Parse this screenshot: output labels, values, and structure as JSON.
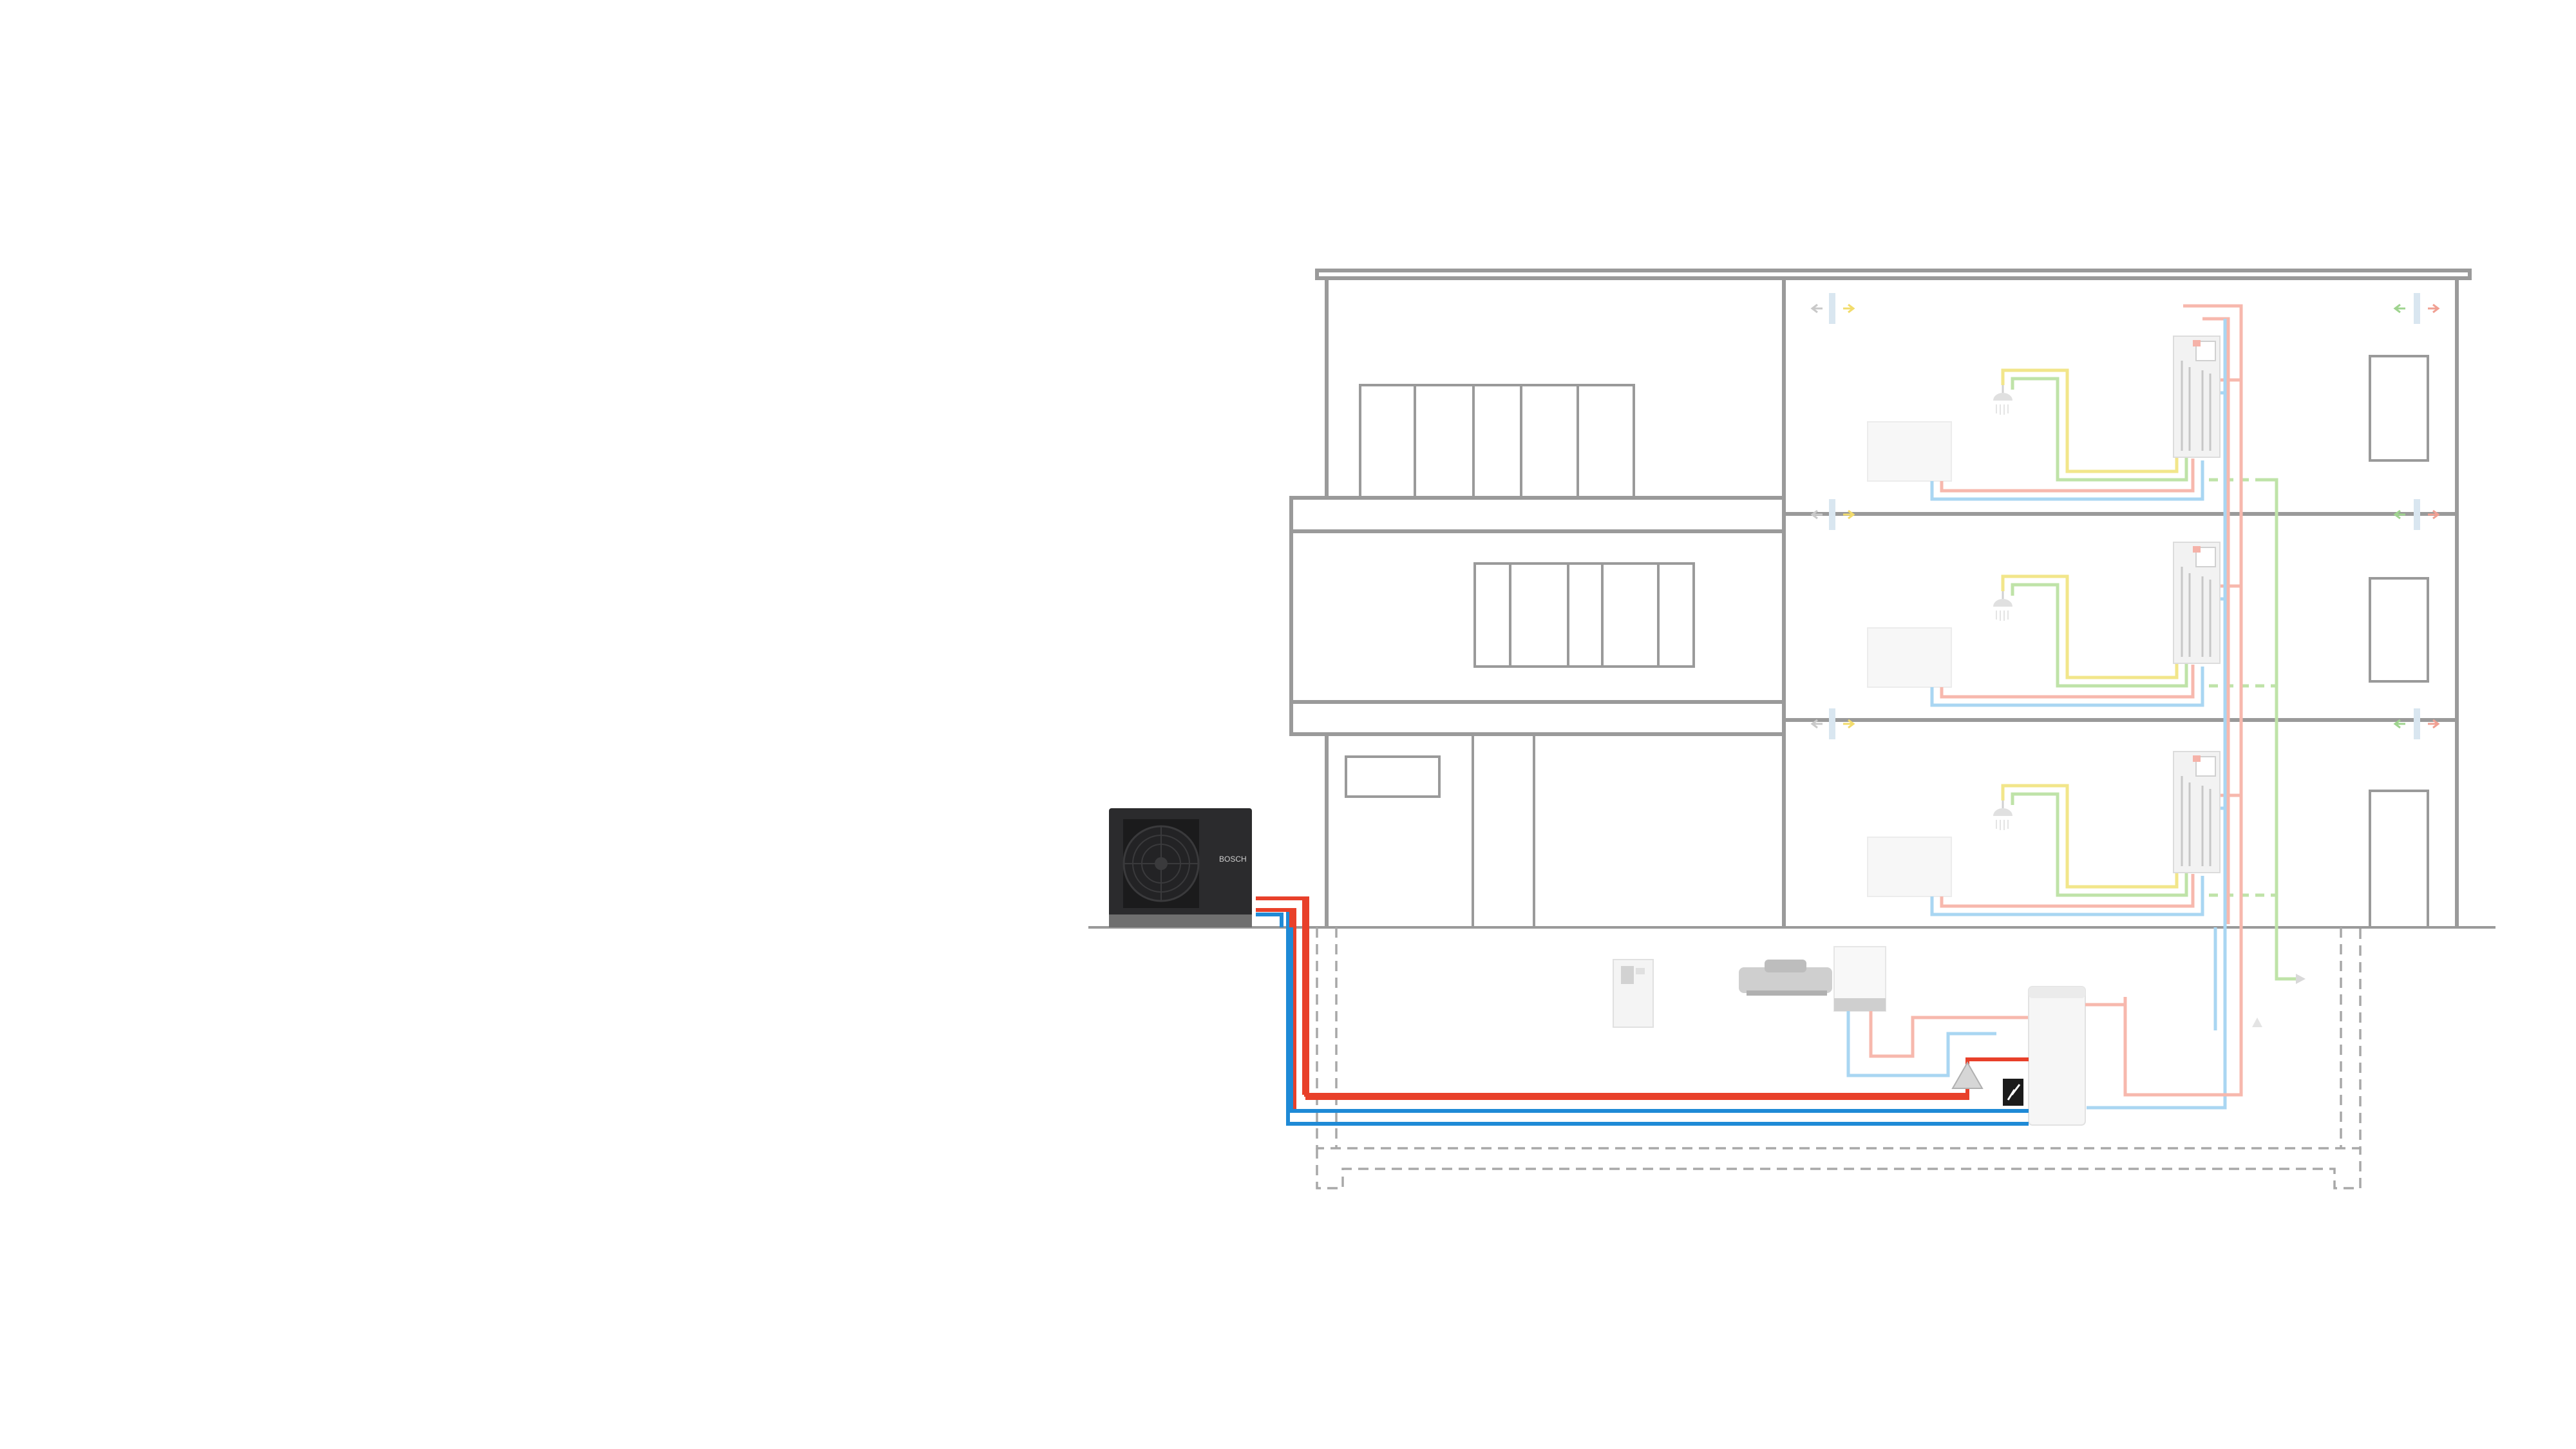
{
  "diagram": {
    "kind": "heat-pump-system-building-section",
    "components": {
      "outdoor_unit": {
        "icon": "heat-pump-outdoor-unit-icon",
        "brand_label": "BOSCH"
      },
      "buffer_tank": {
        "icon": "buffer-tank-icon"
      },
      "boiler": {
        "icon": "wall-boiler-icon"
      },
      "controller": {
        "icon": "controller-cabinet-icon"
      },
      "expansion_vessel": {
        "icon": "expansion-vessel-icon"
      },
      "electric_element": {
        "icon": "electric-heater-icon"
      },
      "pump": {
        "icon": "circulation-pump-icon"
      },
      "apartment_station": {
        "icon": "apartment-station-icon"
      },
      "radiator": {
        "icon": "radiator-icon"
      },
      "shower": {
        "icon": "shower-icon"
      },
      "vent_arrows": {
        "icon": "ventilation-arrows-icon"
      }
    },
    "floors": [
      "floor-1",
      "floor-2",
      "floor-3"
    ],
    "colors": {
      "outline": "#9a9a9a",
      "flow_hot": "#e8402a",
      "flow_cold": "#1f8ad6",
      "flow_hot_light": "#f7b8ad",
      "flow_cold_light": "#a9d6f2",
      "dhw_yellow": "#f2e68a",
      "dhw_green": "#bfe3a8",
      "unit_dark": "#2b2b2d",
      "dashed": "#a8a8a8"
    }
  }
}
